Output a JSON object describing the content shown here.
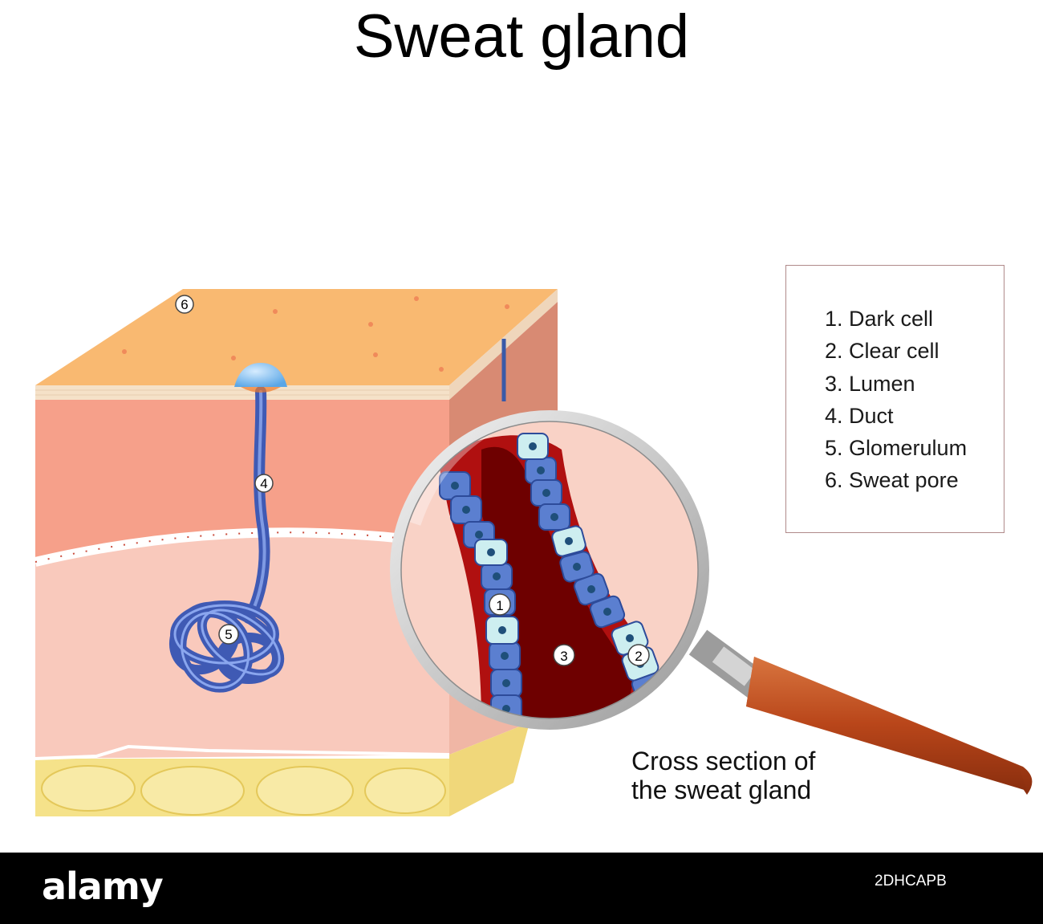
{
  "title": "Sweat gland",
  "markers": {
    "m1": "1",
    "m2": "2",
    "m3": "3",
    "m4": "4",
    "m5": "5",
    "m6": "6"
  },
  "legend": {
    "items": [
      "1. Dark cell",
      "2. Clear cell",
      "3. Lumen",
      "4. Duct",
      "5. Glomerulum",
      "6. Sweat pore"
    ]
  },
  "caption": {
    "line1": "Cross section of",
    "line2": "the sweat gland"
  },
  "watermark": {
    "logo": "alamy",
    "id": "2DHCAPB"
  },
  "colors": {
    "epidermis_top": "#f9b971",
    "dermis": "#f6a08a",
    "hypodermis": "#f9c9bc",
    "fat": "#f5e28a",
    "gland": "#4f6ec8",
    "lumen": "#6e0000",
    "handle": "#c0501f"
  }
}
